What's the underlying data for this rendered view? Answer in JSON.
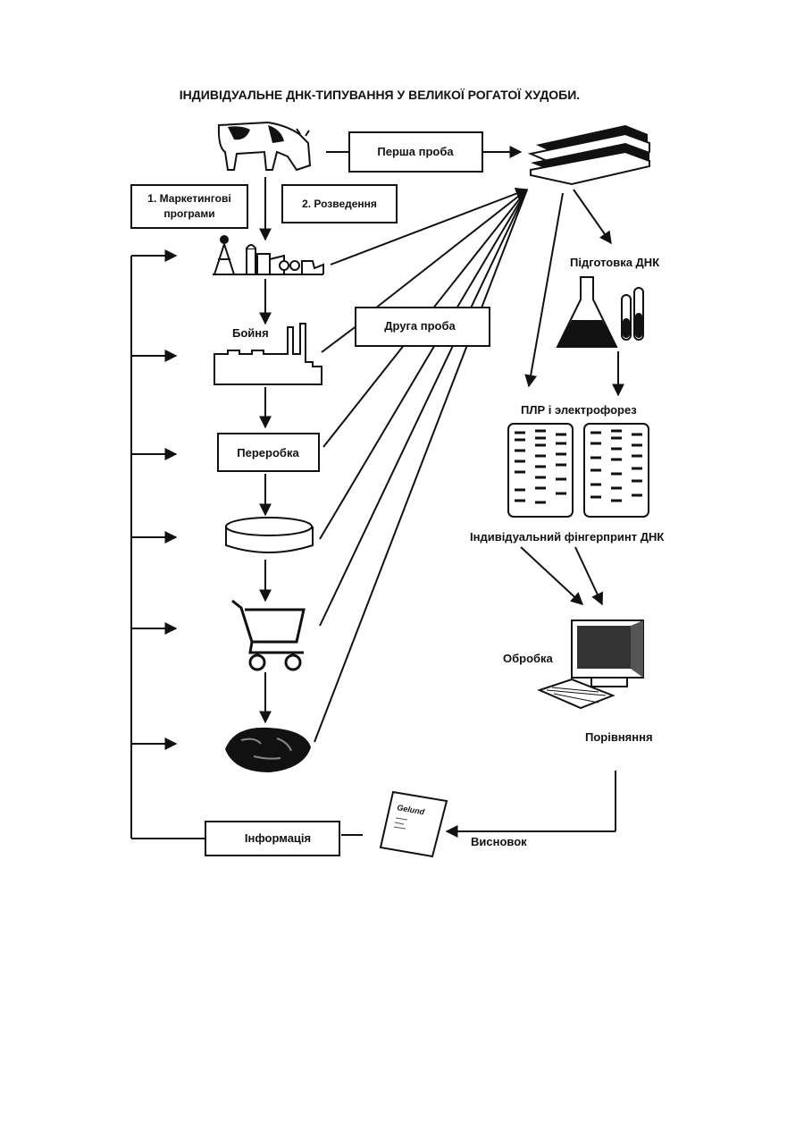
{
  "title": "ІНДИВІДУАЛЬНЕ ДНК-ТИПУВАННЯ У ВЕЛИКОЇ РОГАТОЇ ХУДОБИ.",
  "boxes": {
    "first_sample": "Перша проба",
    "marketing_line1": "1. Маркетингові",
    "marketing_line2": "програми",
    "breeding": "2. Розведення",
    "second_sample": "Друга проба",
    "processing": "Переробка",
    "information": "Інформація"
  },
  "labels": {
    "slaughterhouse": "Бойня",
    "dna_prep": "Підготовка ДНК",
    "pcr": "ПЛР і электрофорез",
    "fingerprint": "Індивідуальний фінгерпринт ДНК",
    "computing": "Обробка",
    "comparison": "Порівняння",
    "conclusion": "Висновок",
    "report_logo": "Gelund"
  },
  "icons": [
    "cow-icon",
    "laboratory-building-icon",
    "farm-icon",
    "factory-icon",
    "package-icon",
    "shopping-cart-icon",
    "meat-icon",
    "flask-icon",
    "test-tubes-icon",
    "gel-plate-icon",
    "computer-icon",
    "report-document-icon"
  ]
}
